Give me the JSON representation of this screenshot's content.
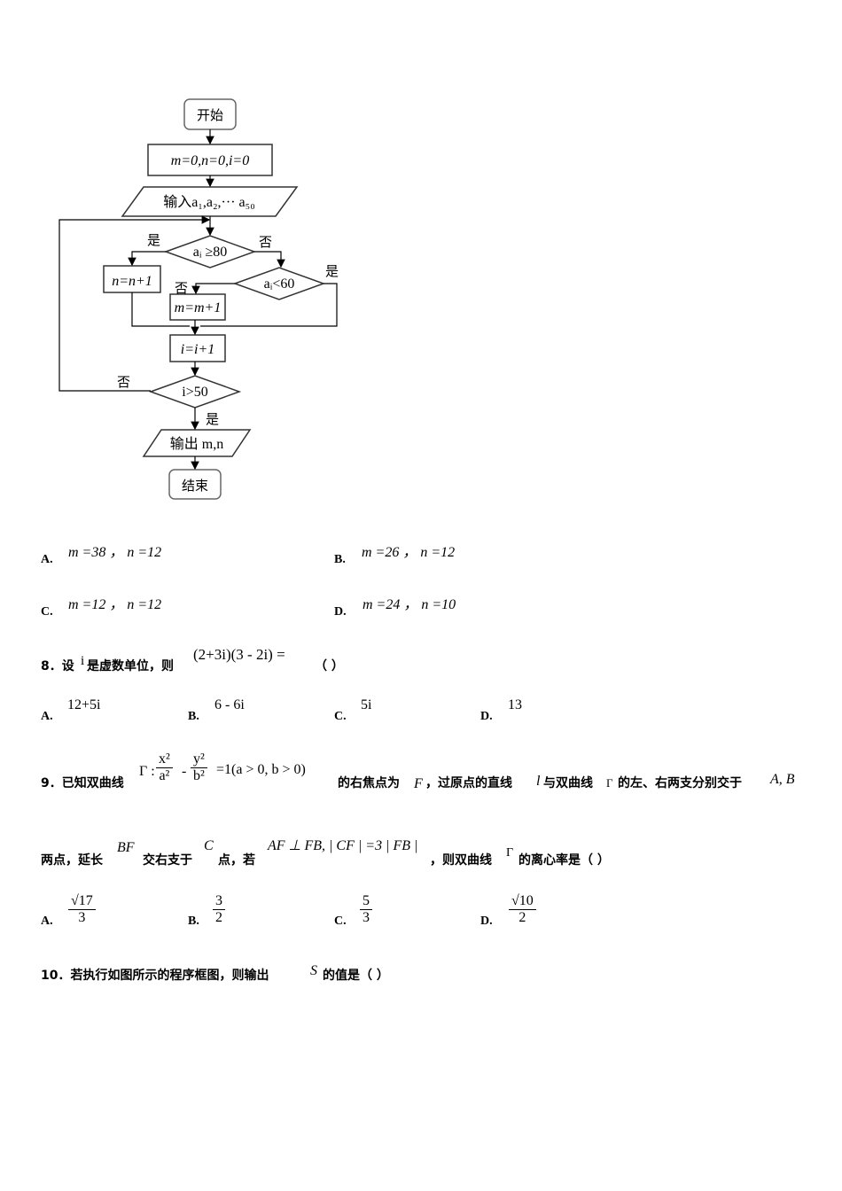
{
  "flowchart": {
    "start": "开始",
    "init": "m=0,n=0,i=0",
    "input": "输入a₁,a₂,··· a₅₀",
    "cond1": "aᵢ ≥80",
    "cond2": "aᵢ<60",
    "n_inc": "n=n+1",
    "m_inc": "m=m+1",
    "i_inc": "i=i+1",
    "cond3": "i>50",
    "output": "输出 m,n",
    "end": "结束",
    "yes": "是",
    "no": "否"
  },
  "q7_options": [
    {
      "label": "A.",
      "text": "m =38 ， n =12"
    },
    {
      "label": "B.",
      "text": "m =26 ， n =12"
    },
    {
      "label": "C.",
      "text": "m =12 ， n =12"
    },
    {
      "label": "D.",
      "text": "m =24 ， n =10"
    }
  ],
  "q8": {
    "prefix": "8．设",
    "i": "i",
    "mid": "是虚数单位，则",
    "expr": "(2+3i)(3 - 2i) =",
    "suffix": "（    ）",
    "options": [
      {
        "label": "A.",
        "text": "12+5i"
      },
      {
        "label": "B.",
        "text": "6 - 6i"
      },
      {
        "label": "C.",
        "text": "5i"
      },
      {
        "label": "D.",
        "text": "13"
      }
    ]
  },
  "q9": {
    "prefix": "9．已知双曲线",
    "gamma": "Γ :",
    "x2": "x²",
    "a2": "a²",
    "minus": "-",
    "y2": "y²",
    "b2": "b²",
    "rest_eq": "=1(a > 0,   b > 0)",
    "t1": "的右焦点为",
    "F": "F",
    "t2": "，过原点的直线",
    "l": "l",
    "t3": "与双曲线",
    "G": "Γ",
    "t4": "的左、右两支分别交于",
    "AB": "A, B",
    "t5": "两点，延长",
    "BF": "BF",
    "t6": "交右支于",
    "C": "C",
    "t7": "点，若",
    "cond": "AF ⊥ FB, | CF | =3 | FB |",
    "t8": "，则双曲线",
    "t9": "的离心率是（    ）",
    "options": [
      {
        "label": "A.",
        "num": "√17",
        "den": "3"
      },
      {
        "label": "B.",
        "num": "3",
        "den": "2"
      },
      {
        "label": "C.",
        "num": "5",
        "den": "3"
      },
      {
        "label": "D.",
        "num": "√10",
        "den": "2"
      }
    ]
  },
  "q10": {
    "prefix": "10．若执行如图所示的程序框图，则输出",
    "S": "S",
    "suffix": "的值是（    ）"
  }
}
